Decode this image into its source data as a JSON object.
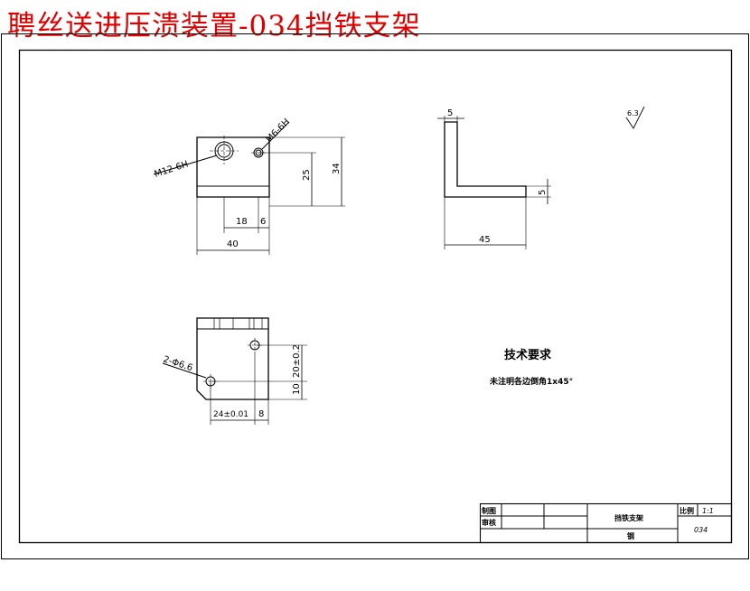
{
  "watermark": "聘丝送进压溃装置-034挡铁支架",
  "views": {
    "front": {
      "thread_large": "M12-6H",
      "thread_small": "M6-6H",
      "dim_18": "18",
      "dim_6": "6",
      "dim_40": "40",
      "dim_25": "25",
      "dim_34": "34"
    },
    "side": {
      "dim_top": "5",
      "dim_right": "5",
      "dim_bottom": "45",
      "roughness": "6.3"
    },
    "bottom": {
      "holes": "2-Φ6.6",
      "dim_24": "24±0.01",
      "dim_8": "8",
      "dim_20": "20±0.2",
      "dim_10": "10"
    }
  },
  "notes": {
    "title": "技术要求",
    "line1": "未注明各边倒角1x45°"
  },
  "title_block": {
    "drawn_label": "制图",
    "checked_label": "审核",
    "part_name": "挡铁支架",
    "material": "钢",
    "scale_label": "比例",
    "scale_value": "1:1",
    "drawing_no": "034"
  }
}
